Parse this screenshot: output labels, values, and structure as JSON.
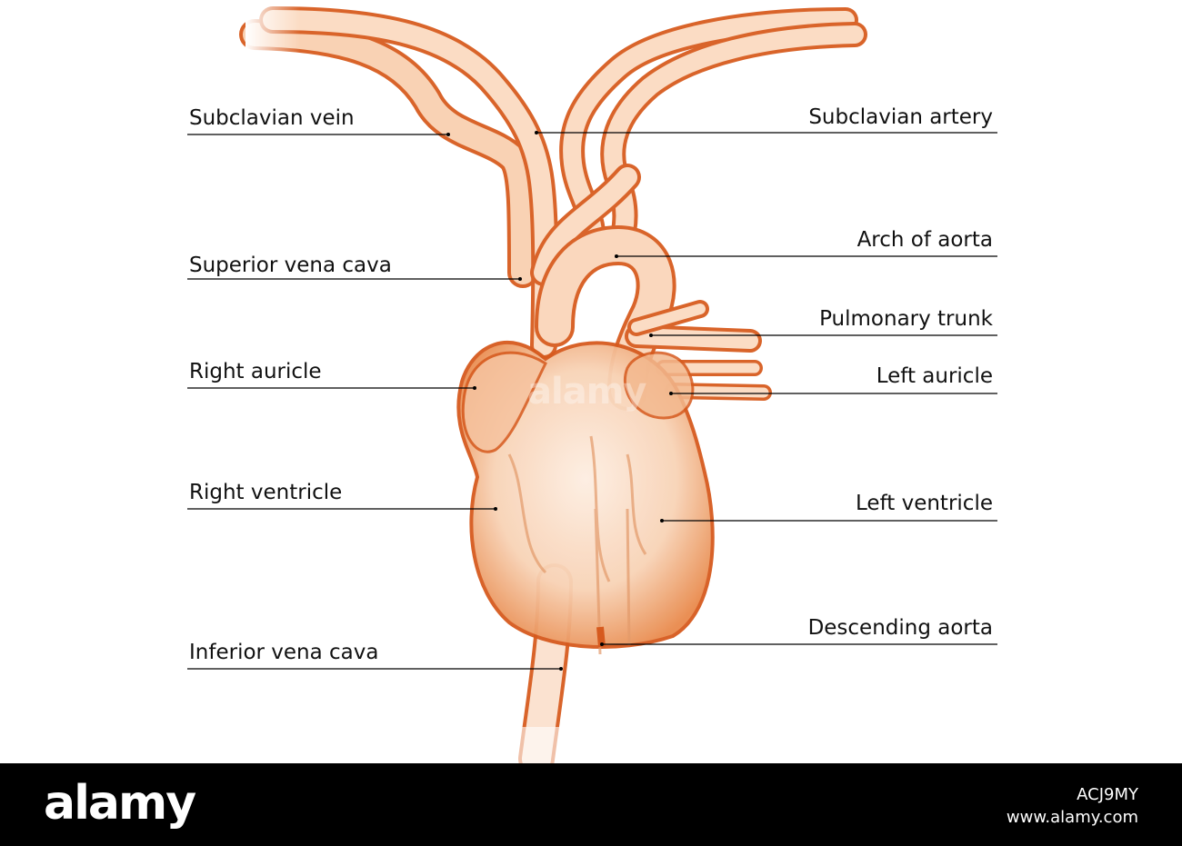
{
  "labels": {
    "subclavian_vein": "Subclavian vein",
    "superior_vena_cava": "Superior vena cava",
    "right_auricle": "Right auricle",
    "right_ventricle": "Right ventricle",
    "inferior_vena_cava": "Inferior vena cava",
    "subclavian_artery": "Subclavian artery",
    "arch_of_aorta": "Arch of aorta",
    "pulmonary_trunk": "Pulmonary trunk",
    "left_auricle": "Left auricle",
    "left_ventricle": "Left ventricle",
    "descending_aorta": "Descending aorta"
  },
  "watermark": "alamy",
  "footer": {
    "logo": "alamy",
    "image_id": "ACJ9MY",
    "site": "www.alamy.com"
  },
  "colors": {
    "vessel_stroke": "#d9642a",
    "vessel_fill": "#f7c9a8",
    "heart_fill": "#f8d6bd",
    "leader_line": "#000000",
    "footer_bg": "#000000"
  }
}
